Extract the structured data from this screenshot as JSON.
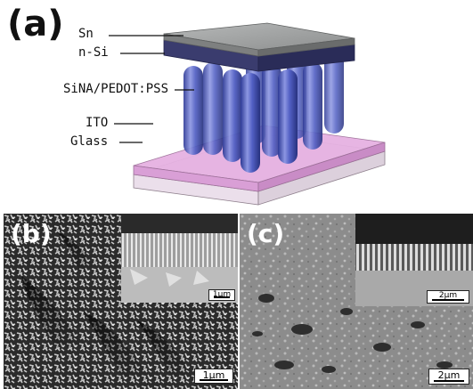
{
  "panel_a": {
    "label": "(a)",
    "layers": [
      {
        "key": "sn",
        "label": "Sn"
      },
      {
        "key": "nsi",
        "label": "n-Si"
      },
      {
        "key": "sina",
        "label": "SiNA/PEDOT:PSS"
      },
      {
        "key": "ito",
        "label": "ITO"
      },
      {
        "key": "glass",
        "label": "Glass"
      }
    ]
  },
  "panel_b": {
    "label": "(b)",
    "inset_scale": "1μm",
    "main_scale": "1μm"
  },
  "panel_c": {
    "label": "(c)",
    "inset_scale": "2μm",
    "main_scale": "2μm"
  },
  "colors": {
    "sn_top": "#9a9c9c",
    "nsi": "#33355e",
    "nanowire": "#4a57b8",
    "ito": "#e3aee0",
    "glass": "#efe3ee"
  }
}
